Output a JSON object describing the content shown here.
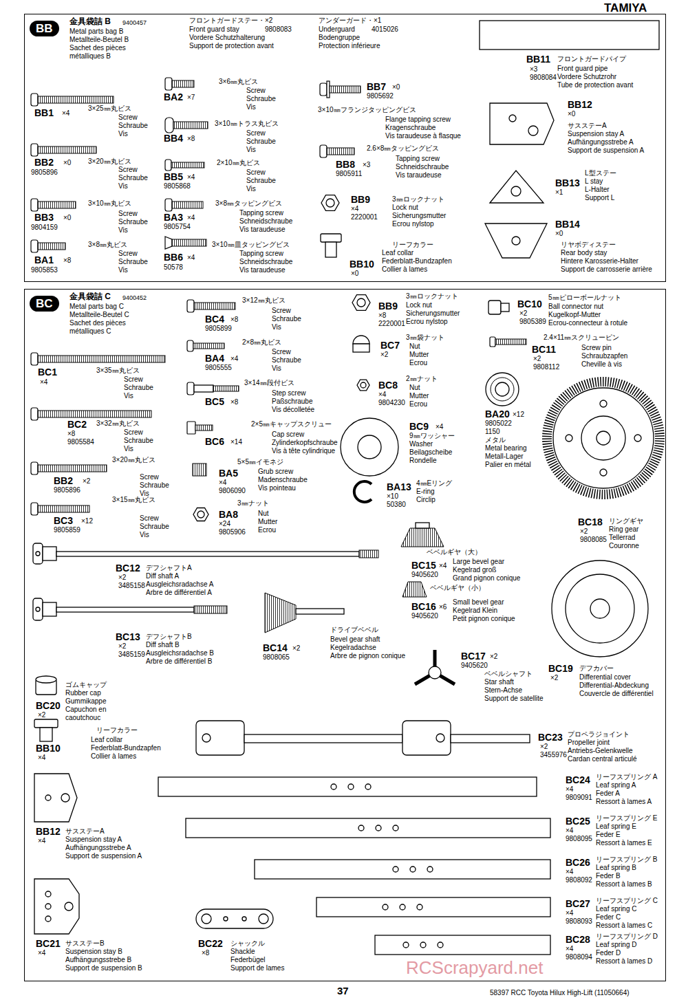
{
  "diagram": {
    "nodes": [
      {
        "text": [
          "金具袋詰 B",
          "9400457",
          "Metal parts bag B",
          "Metallteile-Beutel B",
          "Sachet des pièces métalliques B"
        ]
      },
      {
        "text": [
          "BB"
        ],
        "in": 0
      },
      {
        "text": [
          "金具袋詰 C",
          "9400452",
          "Metal parts bag C",
          "Metallteile-Beutel C",
          "Sachet des pièces métalliques C"
        ]
      },
      {
        "text": [
          "BC"
        ],
        "in": 2
      }
    ],
    "labels": [
      "TAMIYA",
      "フロントガードステー・×2",
      "Front guard stay",
      "9808083",
      "Vordere Schutzhalterung",
      "Support de protection avant",
      "アンダーガード・×1",
      "Underguard",
      "4015026",
      "Bodengruppe",
      "Protection inférieure",
      "BB11",
      "フロントガードパイプ",
      "×3",
      "9808084",
      "Front guard pipe",
      "Vordere Schutzrohr",
      "Tube de protection avant",
      "BB1",
      "×4",
      "3×25㎜丸ビス",
      "Screw",
      "Schraube",
      "Vis",
      "BB2",
      "×0",
      "9805896",
      "3×20㎜丸ビス",
      "Screw",
      "Schraube",
      "Vis",
      "BB3",
      "×0",
      "9804159",
      "3×10㎜丸ビス",
      "Screw",
      "Schraube",
      "Vis",
      "BA1",
      "×8",
      "9805853",
      "3×8㎜丸ビス",
      "Screw",
      "Schraube",
      "Vis",
      "BA2",
      "×7",
      "3×6㎜丸ビス",
      "Screw",
      "Schraube",
      "Vis",
      "BB4",
      "×8",
      "3×10㎜トラス丸ビス",
      "Screw",
      "Schraube",
      "Vis",
      "BB5",
      "×4",
      "9805868",
      "2×10㎜丸ビス",
      "Screw",
      "Schraube",
      "Vis",
      "BA3",
      "×4",
      "9805754",
      "3×8㎜タッピングビス",
      "Tapping screw",
      "Schneidschraube",
      "Vis taraudeuse",
      "BB6",
      "×4",
      "50578",
      "3×10㎜皿タッピングビス",
      "Tapping screw",
      "Schneidschraube",
      "Vis taraudeuse",
      "BB7",
      "×0",
      "9805692",
      "3×10㎜フランジタッピングビス",
      "Flange tapping screw",
      "Kragenschraube",
      "Vis taraudeuse à flasque",
      "2.6×8㎜タッピングビス",
      "BB8",
      "×3",
      "9805911",
      "Tapping screw",
      "Schneidschraube",
      "Vis taraudeuse",
      "BB9",
      "×4",
      "2220001",
      "3㎜ロックナット",
      "Lock nut",
      "Sicherungsmutter",
      "Ecrou nylstop",
      "BB10",
      "×0",
      "リーフカラー",
      "Leaf collar",
      "Federblatt-Bundzapfen",
      "Collier à lames",
      "BB12",
      "×0",
      "サスステーA",
      "Suspension stay A",
      "Aufhängungsstrebe A",
      "Support de suspension A",
      "BB13",
      "×1",
      "L型ステー",
      "L stay",
      "L-Halter",
      "Support L",
      "BB14",
      "×0",
      "リヤボディステー",
      "Rear body stay",
      "Hintere Karosserie-Halter",
      "Support de carrosserie arrière",
      "BC1",
      "×4",
      "3×35㎜丸ビス",
      "Screw",
      "Schraube",
      "Vis",
      "BC2",
      "×8",
      "9805584",
      "3×32㎜丸ビス",
      "Screw",
      "Schraube",
      "Vis",
      "BB2",
      "×2",
      "9805896",
      "3×20㎜丸ビス",
      "Screw",
      "Schraube",
      "Vis",
      "BC3",
      "×12",
      "9805859",
      "3×15㎜丸ビス",
      "Screw",
      "Schraube",
      "Vis",
      "3×12㎜丸ビス",
      "BC4",
      "×8",
      "9805899",
      "Screw",
      "Schraube",
      "Vis",
      "2×8㎜丸ビス",
      "BA4",
      "×4",
      "9805555",
      "Screw",
      "Schraube",
      "Vis",
      "3×14㎜段付ビス",
      "BC5",
      "×8",
      "Step screw",
      "Paßschraube",
      "Vis décolletée",
      "2×5㎜キャップスクリュー",
      "BC6",
      "×14",
      "Cap screw",
      "Zylinderkopfschraube",
      "Vis à tête cylindrique",
      "5×5㎜イモネジ",
      "BA5",
      "×4",
      "9806090",
      "Grub screw",
      "Madenschraube",
      "Vis pointeau",
      "3㎜ナット",
      "BA8",
      "×24",
      "9805906",
      "Nut",
      "Mutter",
      "Ecrou",
      "3㎜ロックナット",
      "BB9",
      "×8",
      "2220001",
      "Lock nut",
      "Sicherungsmutter",
      "Ecrou nylstop",
      "3㎜袋ナット",
      "BC7",
      "×2",
      "Nut",
      "Mutter",
      "Ecrou",
      "2㎜ナット",
      "BC8",
      "×4",
      "9804230",
      "Nut",
      "Mutter",
      "Ecrou",
      "BC9",
      "×4",
      "9㎜ワッシャー",
      "Washer",
      "Beilagscheibe",
      "Rondelle",
      "BA13",
      "4㎜Eリング",
      "×10",
      "50380",
      "E-ring",
      "Circlip",
      "BC10",
      "5㎜ピローボールナット",
      "×2",
      "9805389",
      "Ball connector nut",
      "Kugelkopf-Mutter",
      "Ecrou-connecteur à rotule",
      "2.4×11㎜スクリューピン",
      "BC11",
      "×2",
      "9808112",
      "Screw pin",
      "Schraubzapfen",
      "Cheville à vis",
      "BA20",
      "×12",
      "9805022",
      "1150",
      "メタル",
      "Metal bearing",
      "Metall-Lager",
      "Palier en métal",
      "BC18",
      "×2",
      "9808085",
      "リングギヤ",
      "Ring gear",
      "Tellerrad",
      "Couronne",
      "BC12",
      "×2",
      "3485158",
      "デフシャフトA",
      "Diff shaft A",
      "Ausgleichsradachse A",
      "Arbre de différentiel A",
      "BC13",
      "×2",
      "3485159",
      "デフシャフトB",
      "Diff shaft B",
      "Ausgleichsradachse B",
      "Arbre de différentiel B",
      "ドライブベベル",
      "BC14",
      "×2",
      "9808065",
      "Bevel gear shaft",
      "Kegelradachse",
      "Arbre de pignon conique",
      "ベベルギヤ（大）",
      "BC15",
      "×4",
      "9405620",
      "Large bevel gear",
      "Kegelrad groß",
      "Grand pignon conique",
      "ベベルギヤ（小）",
      "BC16",
      "×6",
      "9405620",
      "Small bevel gear",
      "Kegelrad Klein",
      "Petit pignon conique",
      "BC17",
      "×2",
      "9405620",
      "ベベルシャフト",
      "Star shaft",
      "Stern-Achse",
      "Support de satellite",
      "BC19",
      "デフカバー",
      "×2",
      "Differential cover",
      "Differential-Abdeckung",
      "Couvercle de différentiel",
      "BC20",
      "×2",
      "ゴムキャップ",
      "Rubber cap",
      "Gummikappe",
      "Capuchon en caoutchouc",
      "リーフカラー",
      "BB10",
      "×4",
      "Leaf collar",
      "Federblatt-Bundzapfen",
      "Collier à lames",
      "BC23",
      "×2",
      "3455976",
      "プロペラジョイント",
      "Propeller joint",
      "Antriebs-Gelenkwelle",
      "Cardan central articulé",
      "BC24",
      "×4",
      "9809091",
      "リーフスプリング A",
      "Leaf spring A",
      "Feder A",
      "Ressort à lames A",
      "BC25",
      "×4",
      "9808095",
      "リーフスプリング E",
      "Leaf spring E",
      "Feder E",
      "Ressort à lames E",
      "BC26",
      "×4",
      "9808092",
      "リーフスプリング B",
      "Leaf spring B",
      "Feder B",
      "Ressort à lames B",
      "BC27",
      "×4",
      "9808093",
      "リーフスプリング C",
      "Leaf spring C",
      "Feder C",
      "Ressort à lames C",
      "BC28",
      "×4",
      "9808094",
      "リーフスプリング D",
      "Leaf spring D",
      "Feder D",
      "Ressort à lames D",
      "BB12",
      "×4",
      "サスステーA",
      "Suspension stay A",
      "Aufhängungsstrebe A",
      "Support de suspension A",
      "BC21",
      "×4",
      "サスステーB",
      "Suspension stay B",
      "Aufhängungsstrebe B",
      "Support de suspension B",
      "BC22",
      "×8",
      "シャックル",
      "Shackle",
      "Federbügel",
      "Support de lames",
      "37",
      "58397 RCC Toyota Hilux High-Lift (11050664)",
      "RCScrapyard.net"
    ]
  }
}
